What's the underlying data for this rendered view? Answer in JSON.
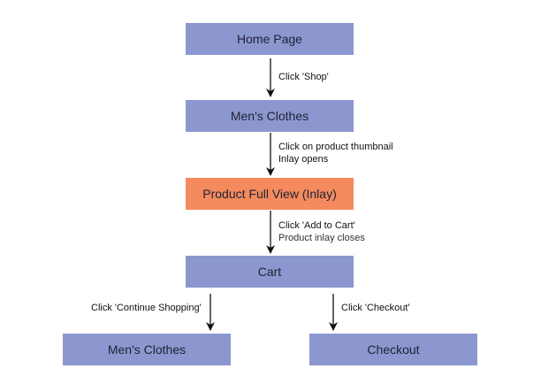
{
  "colors": {
    "node_default": "#8C97CF",
    "node_highlight": "#F48A5E",
    "arrow": "#111111"
  },
  "nodes": {
    "home": {
      "label": "Home Page"
    },
    "mens_clothes": {
      "label": "Men's Clothes"
    },
    "product_view": {
      "label": "Product Full View (Inlay)"
    },
    "cart": {
      "label": "Cart"
    },
    "mens_clothes_2": {
      "label": "Men's Clothes"
    },
    "checkout": {
      "label": "Checkout"
    }
  },
  "edges": {
    "home_to_mens": {
      "line1": "Click 'Shop'"
    },
    "mens_to_product": {
      "line1": "Click on product thumbnail",
      "line2": "Inlay opens"
    },
    "product_to_cart": {
      "line1": "Click 'Add to Cart'",
      "line2": "Product inlay closes"
    },
    "cart_to_mens": {
      "line1": "Click 'Continue Shopping'"
    },
    "cart_to_checkout": {
      "line1": "Click 'Checkout'"
    }
  }
}
